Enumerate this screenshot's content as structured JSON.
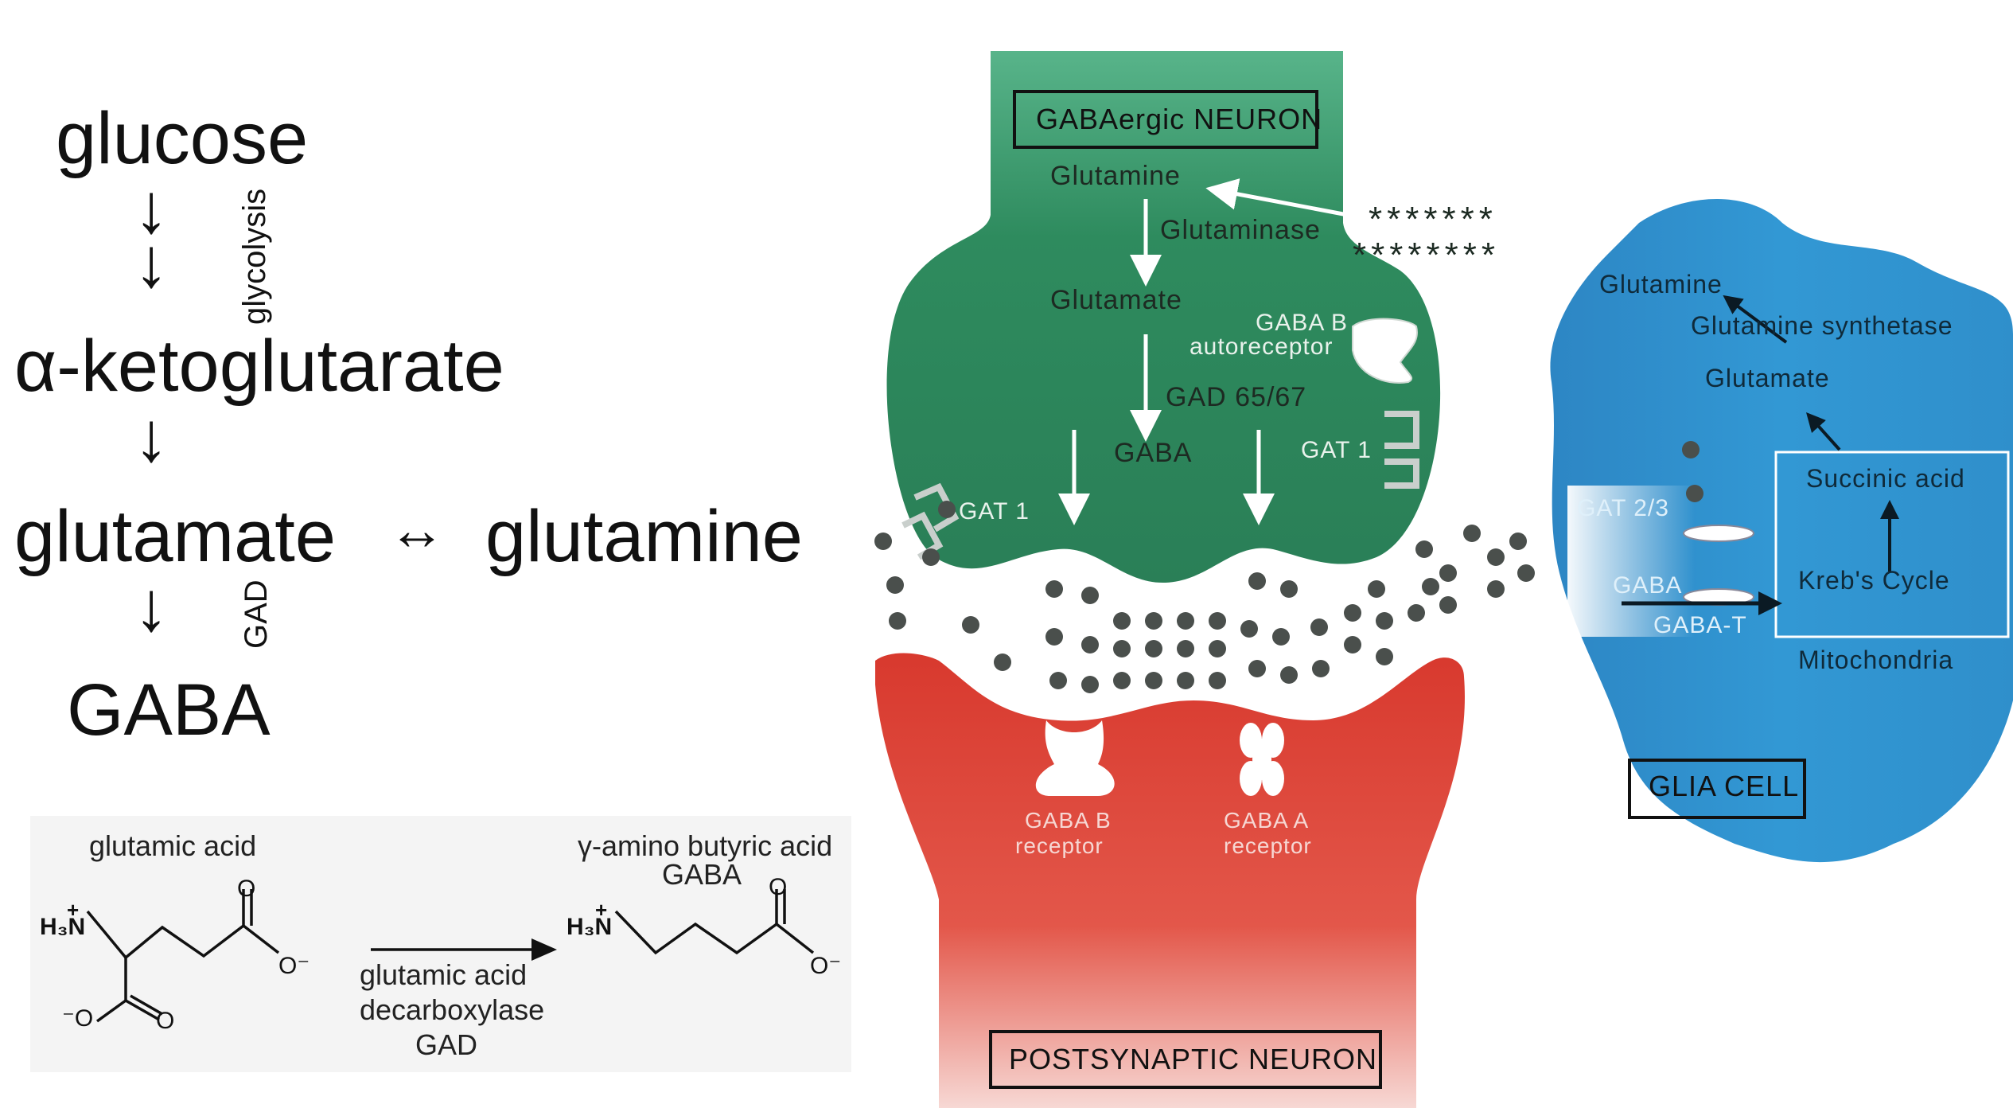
{
  "pathway": {
    "glucose": "glucose",
    "alpha_kg": "α-ketoglutarate",
    "glutamate": "glutamate",
    "equilibrium": "↔",
    "glutamine": "glutamine",
    "gaba": "GABA",
    "arrow": "↓",
    "glycolysis_label": "glycolysis",
    "gad_label": "GAD"
  },
  "reaction": {
    "substrate_name": "glutamic acid",
    "product_name_line1": "γ-amino butyric acid",
    "product_name_line2": "GABA",
    "enzyme_line1": "glutamic acid",
    "enzyme_line2": "decarboxylase",
    "enzyme_line3": "GAD",
    "amine_label": "H₃N",
    "plus_sign": "+",
    "oxygen_label": "O",
    "oxide_label": "O⁻",
    "minus_oxide_label": "⁻O"
  },
  "synapse": {
    "presynaptic_box": "GABAergic NEURON",
    "glutamine": "Glutamine",
    "glutaminase": "Glutaminase",
    "glutamate": "Glutamate",
    "gaba_b_auto_line1": "GABA B",
    "gaba_b_auto_line2": "autoreceptor",
    "gad": "GAD 65/67",
    "gaba": "GABA",
    "gat1_left": "GAT 1",
    "gat1_right": "GAT 1",
    "gaba_b_receptor_line1": "GABA B",
    "gaba_b_receptor_line2": "receptor",
    "gaba_a_receptor_line1": "GABA A",
    "gaba_a_receptor_line2": "receptor",
    "postsynaptic_box": "POSTSYNAPTIC NEURON",
    "glia_glutamine": "Glutamine",
    "glutamine_synthetase": "Glutamine synthetase",
    "glia_glutamate": "Glutamate",
    "succinic_acid": "Succinic acid",
    "krebs_cycle": "Kreb's Cycle",
    "gat23": "GAT 2/3",
    "glia_gaba": "GABA",
    "gaba_t": "GABA-T",
    "mitochondria": "Mitochondria",
    "glia_box": "GLIA CELL",
    "stars_top": "*******",
    "stars_bottom": "********"
  },
  "colors": {
    "presynaptic_green": "#2e8b5e",
    "postsynaptic_red": "#e04a3c",
    "glia_blue": "#2f93d0",
    "vesicle_gray": "#4a4f4c"
  }
}
